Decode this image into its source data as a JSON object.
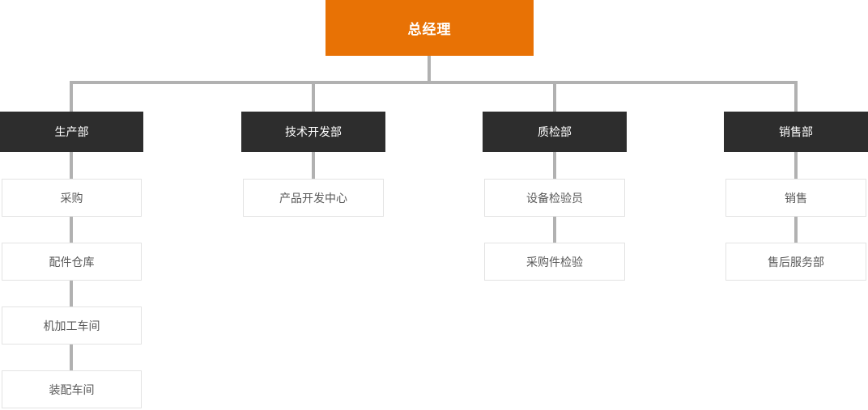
{
  "org": {
    "title": "总经理",
    "columns": [
      {
        "head": "生产部",
        "children": [
          "采购",
          "配件仓库",
          "机加工车间",
          "装配车间"
        ]
      },
      {
        "head": "技术开发部",
        "children": [
          "产品开发中心"
        ]
      },
      {
        "head": "质检部",
        "children": [
          "设备检验员",
          "采购件检验"
        ]
      },
      {
        "head": "销售部",
        "children": [
          "销售",
          "售后服务部"
        ]
      }
    ],
    "colors": {
      "root_bg": "#e87205",
      "root_text": "#ffffff",
      "dept_bg": "#2d2d2d",
      "dept_text": "#ffffff",
      "leaf_bg": "#ffffff",
      "leaf_border": "#e3e3e3",
      "leaf_text": "#595959",
      "connector": "#b1b1b1"
    }
  }
}
